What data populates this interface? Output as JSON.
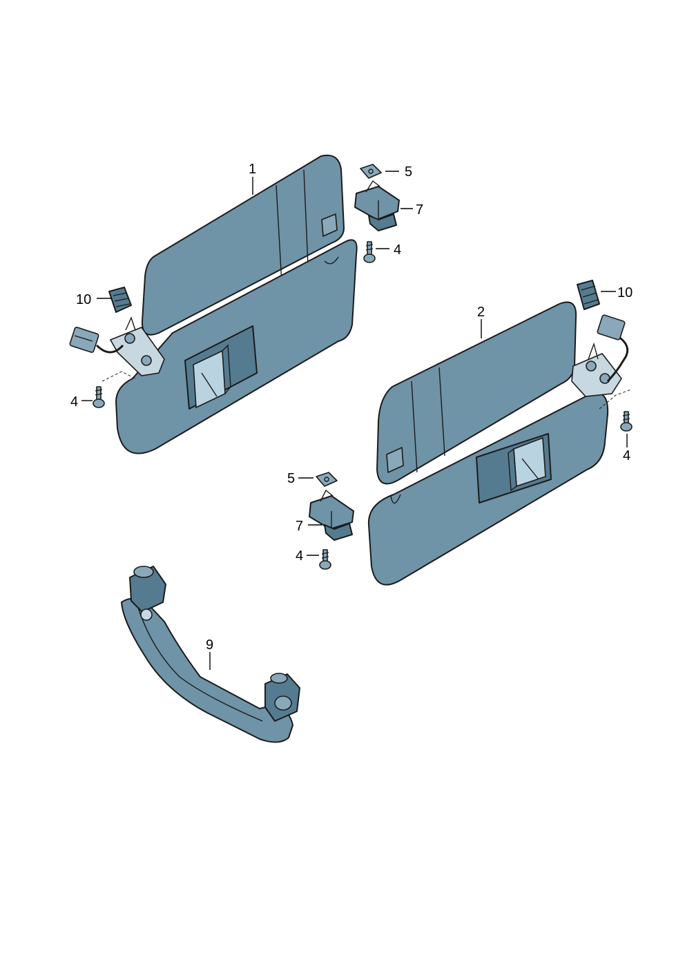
{
  "callouts": {
    "c1": "1",
    "c2": "2",
    "c4a": "4",
    "c4b": "4",
    "c4c": "4",
    "c4d": "4",
    "c5a": "5",
    "c5b": "5",
    "c7a": "7",
    "c7b": "7",
    "c9": "9",
    "c10a": "10",
    "c10b": "10"
  },
  "colors": {
    "part_fill": "#6f93a7",
    "outline": "#1a1a1a",
    "mirror": "#b9d4e0"
  }
}
